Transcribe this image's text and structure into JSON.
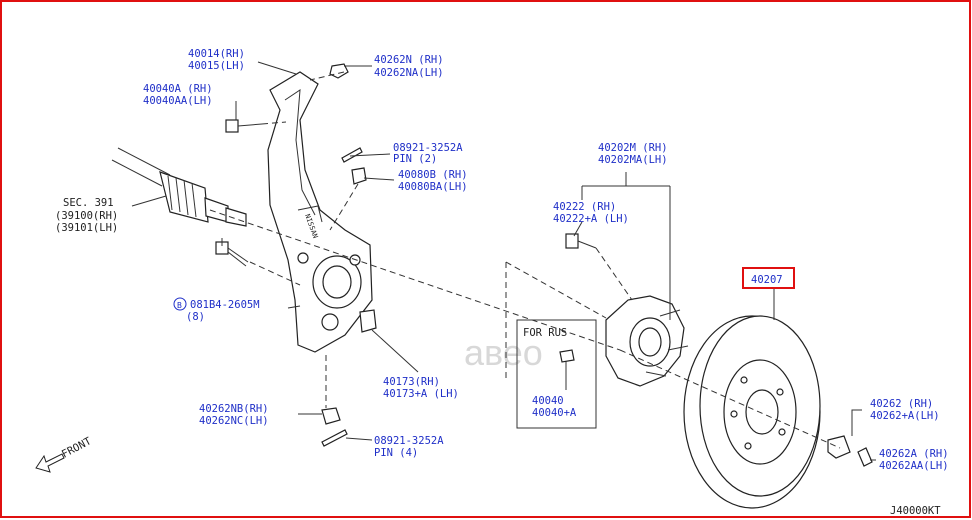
{
  "border_color": "#e01010",
  "label_color": "#1f2fc8",
  "watermark": "авео",
  "diagram_id": "J40000KT",
  "front_label": "FRONT",
  "highlighted_part": "40207",
  "for_rus_box": {
    "title": "FOR RUS",
    "line1": "40040",
    "line2": "40040+A"
  },
  "labels": {
    "l40014": "40014(RH)",
    "l40015": "40015(LH)",
    "l40040a": "40040A (RH)",
    "l40040aa": "40040AA(LH)",
    "l40262n": "40262N (RH)",
    "l40262na": "40262NA(LH)",
    "l08921a": "08921-3252A",
    "lpin2": "PIN (2)",
    "l40080b": "40080B (RH)",
    "l40080ba": "40080BA(LH)",
    "lsec391": "SEC. 391",
    "l39100": "(39100(RH)",
    "l39101": "(39101(LH)",
    "lbolt": "081B4-2605M",
    "lbolt_b": "(8)",
    "lbolt_circle": "B",
    "l40202m": "40202M (RH)",
    "l40202ma": "40202MA(LH)",
    "l40222": "40222 (RH)",
    "l40222a": "40222+A (LH)",
    "l40173": "40173(RH)",
    "l40173a": "40173+A (LH)",
    "l40262nb": "40262NB(RH)",
    "l40262nc": "40262NC(LH)",
    "l08921b": "08921-3252A",
    "lpin4": "PIN (4)",
    "l40262": "40262 (RH)",
    "l40262a": "40262+A(LH)",
    "l40262aa_rh": "40262A (RH)",
    "l40262aa_lh": "40262AA(LH)"
  }
}
